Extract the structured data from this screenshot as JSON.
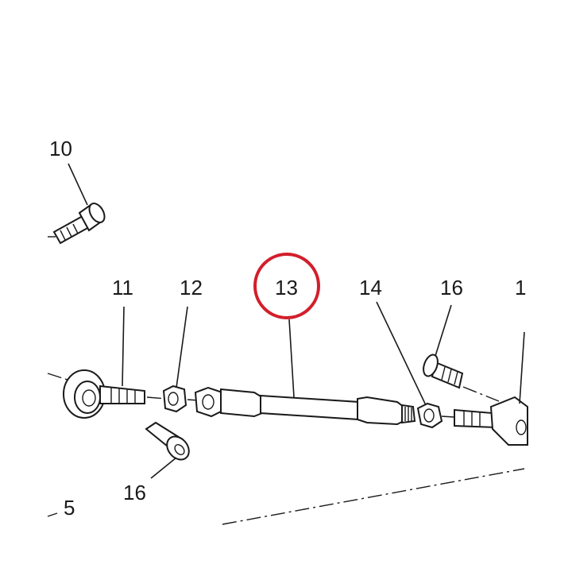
{
  "callouts": {
    "c10": "10",
    "c11": "11",
    "c12": "12",
    "c13": "13",
    "c14": "14",
    "c16_top": "16",
    "c16_bottom": "16",
    "c_right": "1",
    "c5": "5"
  },
  "highlight": {
    "target": "13",
    "color": "#d21f2b"
  }
}
